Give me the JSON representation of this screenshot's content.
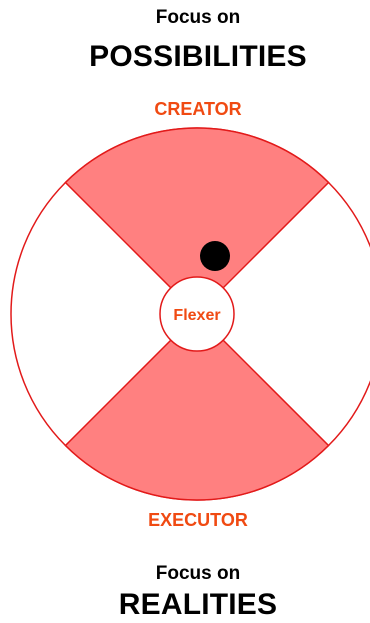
{
  "top": {
    "focus_label": "Focus on",
    "focus_title": "POSSIBILITIES"
  },
  "bottom": {
    "focus_label": "Focus on",
    "focus_title": "REALITIES"
  },
  "quadrants": {
    "top_label": "CREATOR",
    "bottom_label": "EXECUTOR",
    "center_label": "Flexer"
  },
  "colors": {
    "accent_text": "#f04a12",
    "circle_outline": "#e21a1a",
    "quadrant_fill": "#ff8080",
    "marker": "#000000"
  }
}
